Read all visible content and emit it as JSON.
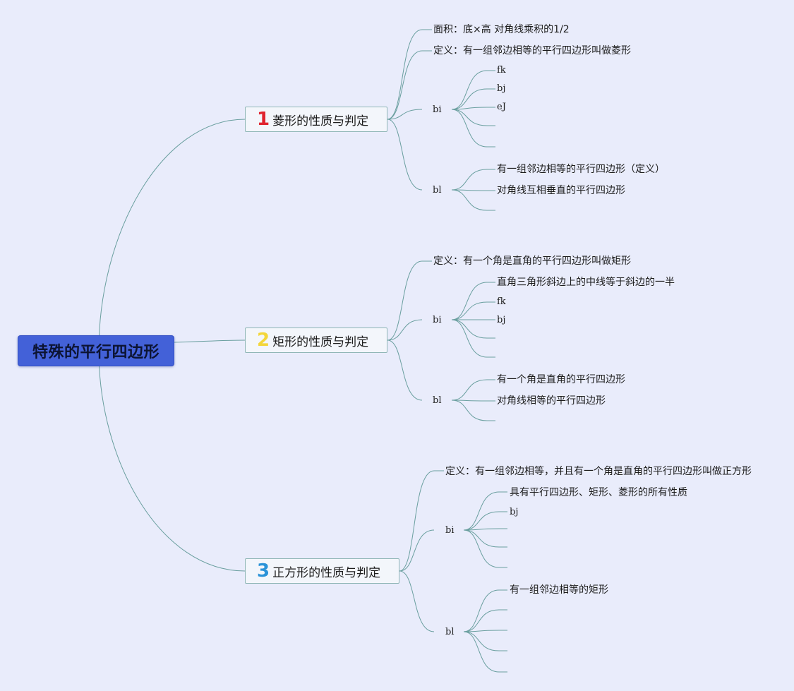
{
  "root": {
    "label": "特殊的平行四边形"
  },
  "colors": {
    "background": "#e9ecfb",
    "root_fill": "#4361d8",
    "line": "#6a9f9f",
    "num1": "#e0242f",
    "num2": "#f3d63a",
    "num3": "#2b93d8"
  },
  "branches": [
    {
      "number": "1",
      "label": "菱形的性质与判定",
      "children": [
        {
          "label": "面积：底×高 对角线乘积的1/2",
          "children": []
        },
        {
          "label": "定义：有一组邻边相等的平行四边形叫做菱形",
          "children": []
        },
        {
          "label": "bi",
          "children": [
            "fk",
            "bj",
            "eJ",
            "",
            ""
          ]
        },
        {
          "label": "bl",
          "children": [
            "有一组邻边相等的平行四边形（定义）",
            "对角线互相垂直的平行四边形",
            ""
          ]
        }
      ]
    },
    {
      "number": "2",
      "label": "矩形的性质与判定",
      "children": [
        {
          "label": "定义：有一个角是直角的平行四边形叫做矩形",
          "children": []
        },
        {
          "label": "bi",
          "children": [
            "直角三角形斜边上的中线等于斜边的一半",
            "fk",
            "bj",
            "",
            ""
          ]
        },
        {
          "label": "bl",
          "children": [
            "有一个角是直角的平行四边形",
            "对角线相等的平行四边形",
            ""
          ]
        }
      ]
    },
    {
      "number": "3",
      "label": "正方形的性质与判定",
      "children": [
        {
          "label": "定义：有一组邻边相等，并且有一个角是直角的平行四边形叫做正方形",
          "children": []
        },
        {
          "label": "bi",
          "children": [
            "具有平行四边形、矩形、菱形的所有性质",
            "bj",
            "",
            "",
            ""
          ]
        },
        {
          "label": "bl",
          "children": [
            "有一组邻边相等的矩形",
            "",
            "",
            "",
            ""
          ]
        }
      ]
    }
  ]
}
